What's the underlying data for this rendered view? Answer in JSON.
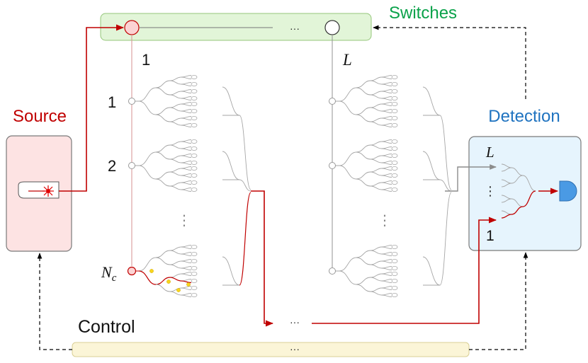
{
  "labels": {
    "switches": "Switches",
    "source": "Source",
    "detection": "Detection",
    "control": "Control",
    "switch_first": "1",
    "switch_last": "L",
    "port_1": "1",
    "port_2": "2",
    "port_nc_base": "N",
    "port_nc_sub": "c",
    "vdots": "⋮",
    "hdots": "···",
    "det_top": "L",
    "det_bottom": "1"
  },
  "colors": {
    "switch_bar": "#e2f5d8",
    "switch_bar_stroke": "#94c67a",
    "source_fill": "#fde3e3",
    "source_stroke": "#7a7a7a",
    "detection_fill": "#e6f4fd",
    "control_bar": "#fbf5d7",
    "control_bar_stroke": "#d9cf95",
    "signal": "#c00000",
    "switch_label": "#0aa24a",
    "source_label": "#c00000",
    "detection_label": "#1f73c0",
    "detector": "#4a9ae4",
    "tree": "#a6a6a6",
    "highlight": "#f7d51d"
  },
  "icons": {
    "laser": "laser-icon",
    "detector": "detector-icon"
  }
}
